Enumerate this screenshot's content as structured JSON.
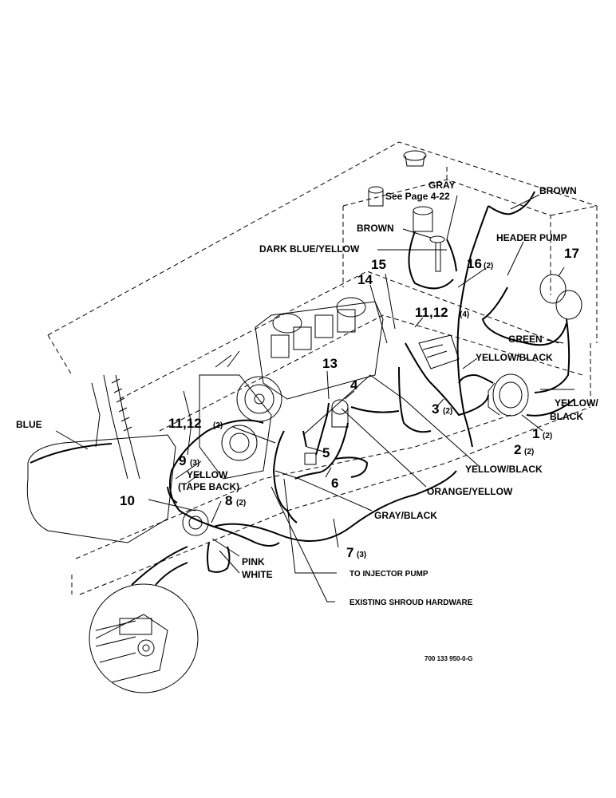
{
  "callouts": {
    "gray": "GRAY",
    "brown_top": "BROWN",
    "see_page": "See Page 4-22",
    "brown_left": "BROWN",
    "header_pump": "HEADER PUMP",
    "dark_blue_yellow": "DARK BLUE/YELLOW",
    "n15": "15",
    "n16": "16",
    "q16": "(2)",
    "n17": "17",
    "n14": "14",
    "n11_12_top": "11,12",
    "q11_12_top": "(4)",
    "green": "GREEN",
    "yellow_black_1": "YELLOW/BLACK",
    "n13": "13",
    "n4": "4",
    "yellow_black_2a": "YELLOW/",
    "yellow_black_2b": "BLACK",
    "n3": "3",
    "q3": "(2)",
    "blue": "BLUE",
    "n11_12_left": "11,12",
    "q11_12_left": "(2)",
    "n1": "1",
    "q1": "(2)",
    "n2": "2",
    "q2": "(2)",
    "n9": "9",
    "q9": "(3)",
    "yellow": "YELLOW",
    "tape_back": "(TAPE BACK)",
    "n5": "5",
    "yellow_black_3": "YELLOW/BLACK",
    "orange_yellow": "ORANGE/YELLOW",
    "n6": "6",
    "n10": "10",
    "n8": "8",
    "q8": "(2)",
    "gray_black": "GRAY/BLACK",
    "n7": "7",
    "q7": "(3)",
    "pink": "PINK",
    "white": "WHITE",
    "to_injector_pump": "TO INJECTOR PUMP",
    "existing_shroud": "EXISTING SHROUD HARDWARE",
    "part_number": "700 133 950-0-G"
  }
}
